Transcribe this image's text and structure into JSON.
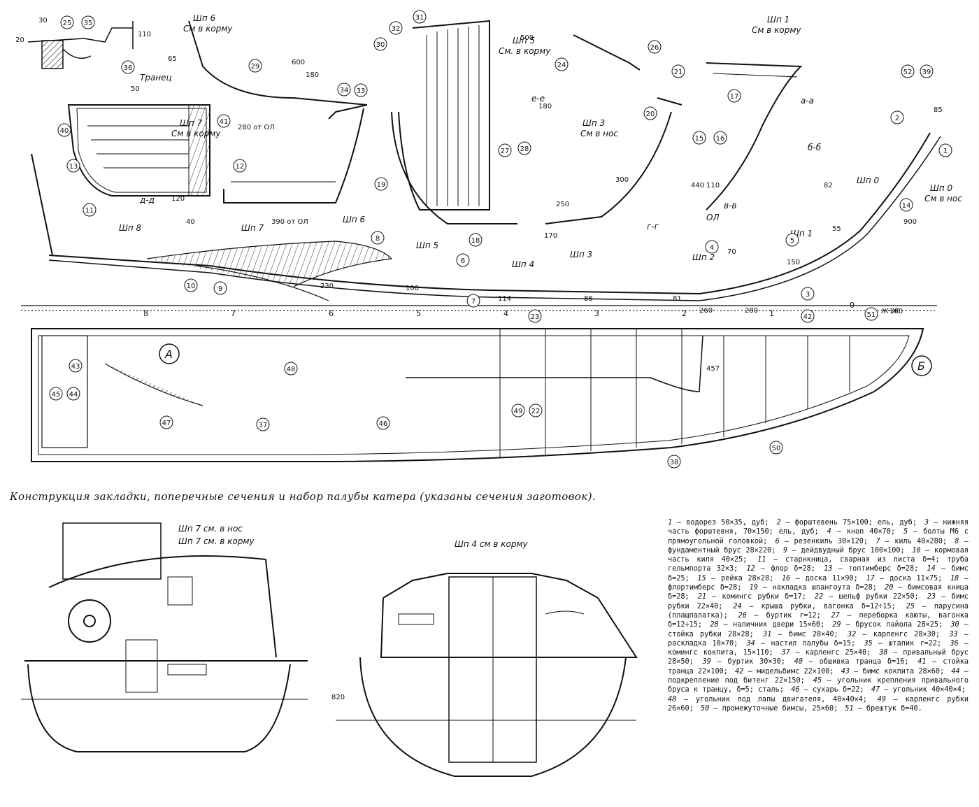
{
  "caption": "Конструкция закладки, поперечные сечения и набор палубы катера (указаны сечения заготовок).",
  "section_titles": {
    "sh6": "Шп 6",
    "sh6_sub": "См в корму",
    "sh5": "Шп 5",
    "sh5_sub": "См. в корму",
    "sh3": "Шп 3",
    "sh3_sub": "См в нос",
    "sh7": "Шп 7",
    "sh7_sub": "См в корму",
    "sh1": "Шп 1",
    "sh1_sub": "См в корму",
    "sh0": "Шп 0",
    "sh0_sub": "См в нос",
    "tranets": "Транец",
    "sh7_nos": "Шп 7 см. в нос",
    "sh7_korm": "Шп 7 см. в корму",
    "sh4": "Шп 4 см в корму"
  },
  "frame_marks": [
    "Шп 8",
    "Шп 7",
    "Шп 6",
    "Шп 5",
    "Шп 4",
    "Шп 3",
    "Шп 2",
    "Шп 1",
    "Шп 0"
  ],
  "station_numbers": [
    "8",
    "7",
    "6",
    "5",
    "4",
    "3",
    "2",
    "1",
    "0"
  ],
  "section_cuts": [
    "а-а",
    "б-б",
    "в-в",
    "г-г",
    "д-д",
    "е-е",
    "ж-ж",
    "ОЛ"
  ],
  "dimensions": [
    "30",
    "25",
    "35",
    "20",
    "110",
    "65",
    "600",
    "180",
    "500",
    "50",
    "280 от ОЛ",
    "390 от ОЛ",
    "120",
    "40",
    "230",
    "160",
    "100",
    "114",
    "86",
    "81",
    "260",
    "280",
    "900",
    "440",
    "110",
    "300",
    "180",
    "250",
    "170",
    "150",
    "70",
    "82",
    "55",
    "85",
    "457",
    "820"
  ],
  "plan_markers": {
    "a": "А",
    "b": "Б"
  },
  "callouts_top": [
    "1",
    "2",
    "3",
    "4",
    "5",
    "6",
    "7",
    "8",
    "9",
    "10",
    "11",
    "12",
    "13",
    "14",
    "15",
    "16",
    "17",
    "18",
    "19",
    "20",
    "21",
    "22",
    "23",
    "24",
    "25",
    "26",
    "27",
    "28",
    "29",
    "30",
    "31",
    "32",
    "33",
    "34",
    "35",
    "36",
    "37",
    "38",
    "39",
    "40",
    "41",
    "42",
    "43",
    "44",
    "45",
    "46",
    "47",
    "48",
    "49",
    "50",
    "51",
    "52"
  ],
  "legend": [
    {
      "n": "1",
      "t": "водорез 50×35, дуб;"
    },
    {
      "n": "2",
      "t": "форштевень 75×100; ель, дуб;"
    },
    {
      "n": "3",
      "t": "нижняя часть форштевня, 70×150; ель, дуб;"
    },
    {
      "n": "4",
      "t": "кноп 40×70;"
    },
    {
      "n": "5",
      "t": "болты М6 с прямоугольной головкой;"
    },
    {
      "n": "6",
      "t": "резенкиль 30×120;"
    },
    {
      "n": "7",
      "t": "киль 40×280;"
    },
    {
      "n": "8",
      "t": "фундаментный брус 28×220;"
    },
    {
      "n": "9",
      "t": "дейдвудный брус 100×100;"
    },
    {
      "n": "10",
      "t": "кормовая часть киля 40×25;"
    },
    {
      "n": "11",
      "t": "старнкница, сварная из листа δ=4; труба гельмпорта 32×3;"
    },
    {
      "n": "12",
      "t": "флор δ=28;"
    },
    {
      "n": "13",
      "t": "топтимберс δ=28;"
    },
    {
      "n": "14",
      "t": "бимс δ=25;"
    },
    {
      "n": "15",
      "t": "рейка 28×28;"
    },
    {
      "n": "16",
      "t": "доска 11×90;"
    },
    {
      "n": "17",
      "t": "доска 11×75;"
    },
    {
      "n": "18",
      "t": "флортимберс δ=28;"
    },
    {
      "n": "19",
      "t": "накладка шпангоута δ=28;"
    },
    {
      "n": "20",
      "t": "бимсовая кница δ=28;"
    },
    {
      "n": "21",
      "t": "комингс рубки δ=17;"
    },
    {
      "n": "22",
      "t": "шельф рубки 22×50;"
    },
    {
      "n": "23",
      "t": "бимс рубки 22×40;"
    },
    {
      "n": "24",
      "t": "крыша рубки, вагонка δ=12÷15;"
    },
    {
      "n": "25",
      "t": "парусина (плащпалатка);"
    },
    {
      "n": "26",
      "t": "буртик r=12;"
    },
    {
      "n": "27",
      "t": "переборка каюты, вагонка δ=12÷15;"
    },
    {
      "n": "28",
      "t": "наличник двери 15×60;"
    },
    {
      "n": "29",
      "t": "брусок пайола 28×25;"
    },
    {
      "n": "30",
      "t": "стойка рубки 28×28;"
    },
    {
      "n": "31",
      "t": "бимс 28×40;"
    },
    {
      "n": "32",
      "t": "карленгс 28×30;"
    },
    {
      "n": "33",
      "t": "раскладка 10×70;"
    },
    {
      "n": "34",
      "t": "настил палубы δ=15;"
    },
    {
      "n": "35",
      "t": "штапик r=22;"
    },
    {
      "n": "36",
      "t": "комингс кокпита, 15×110;"
    },
    {
      "n": "37",
      "t": "карленгс 25×40;"
    },
    {
      "n": "38",
      "t": "привальный брус 28×50;"
    },
    {
      "n": "39",
      "t": "буртик 30×30;"
    },
    {
      "n": "40",
      "t": "обшивка транца δ=16;"
    },
    {
      "n": "41",
      "t": "стойка транца 22×100;"
    },
    {
      "n": "42",
      "t": "мидельбимс 22×100;"
    },
    {
      "n": "43",
      "t": "бимс кокпита 28×60;"
    },
    {
      "n": "44",
      "t": "подкрепление под битенг 22×150;"
    },
    {
      "n": "45",
      "t": "угольник крепления привального бруса к транцу, δ=5; сталь;"
    },
    {
      "n": "46",
      "t": "сухарь δ=22;"
    },
    {
      "n": "47",
      "t": "угольник 40×40×4;"
    },
    {
      "n": "48",
      "t": "угольник под лапы двигателя, 40×40×4;"
    },
    {
      "n": "49",
      "t": "карленгс рубки 26×60;"
    },
    {
      "n": "50",
      "t": "промежуточные бимсы, 25×60;"
    },
    {
      "n": "51",
      "t": "брештук δ=40."
    }
  ]
}
